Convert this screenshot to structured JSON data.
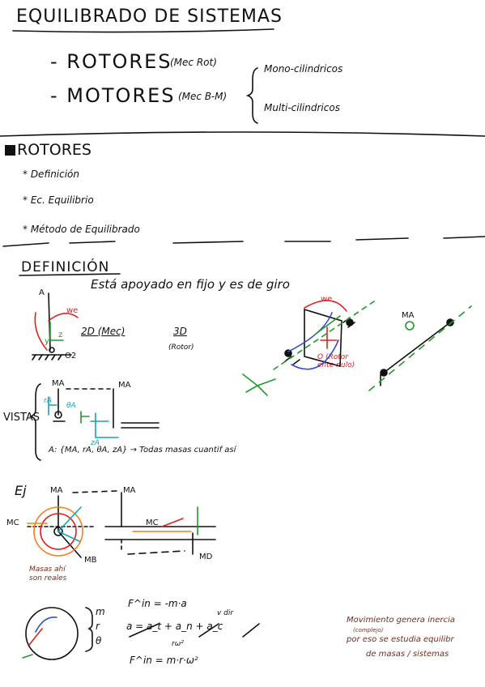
{
  "page": {
    "title": "EQUILIBRADO DE SISTEMAS",
    "types": [
      {
        "name": "- ROTORES",
        "note": "(Mec Rot)"
      },
      {
        "name": "- MOTORES",
        "note": "(Mec B-M)"
      }
    ],
    "brace_items": [
      "Mono-cilindricos",
      "Multi-cilindricos"
    ]
  },
  "rotores": {
    "heading": "ROTORES",
    "bullets": [
      "* Definición",
      "* Ec. Equilibrio",
      "* Método de Equilibrado"
    ]
  },
  "definicion": {
    "heading": "DEFINICIÓN",
    "phrase": "Está apoyado en fijo y es de giro",
    "label_2d": "2D (Mec)",
    "label_3d": "3D",
    "label_3d_sub": "(Rotor)",
    "label_vistas": "VISTAS",
    "mass_def": "A: {MA, rA, θA, zA} → Todas masas cuantif así",
    "labels": {
      "a": "A",
      "we": "we",
      "z": "z",
      "y": "y",
      "o2": "O2",
      "ma": "MA",
      "ra": "rA",
      "theta_a": "θA",
      "za": "zA",
      "mc": "MC",
      "mb": "MB",
      "md": "MD",
      "o_label": "O (Rotor ente nulo)"
    }
  },
  "ejemplo": {
    "heading": "Ej",
    "masses_note": "Masas ahí son reales"
  },
  "ecuaciones": {
    "vars": [
      "m",
      "r",
      "θ"
    ],
    "f_in": "F^in = -m·a",
    "a_eq": "a = a_t + a_n + a_c",
    "rw2": "rω²",
    "vdir": "v dir",
    "f_final": "F^in = m·r·ω²"
  },
  "nota": {
    "lines": [
      "Movimiento genera inercia",
      "(complejo)",
      "por eso se estudia equilibr",
      "de masas / sistemas"
    ]
  }
}
